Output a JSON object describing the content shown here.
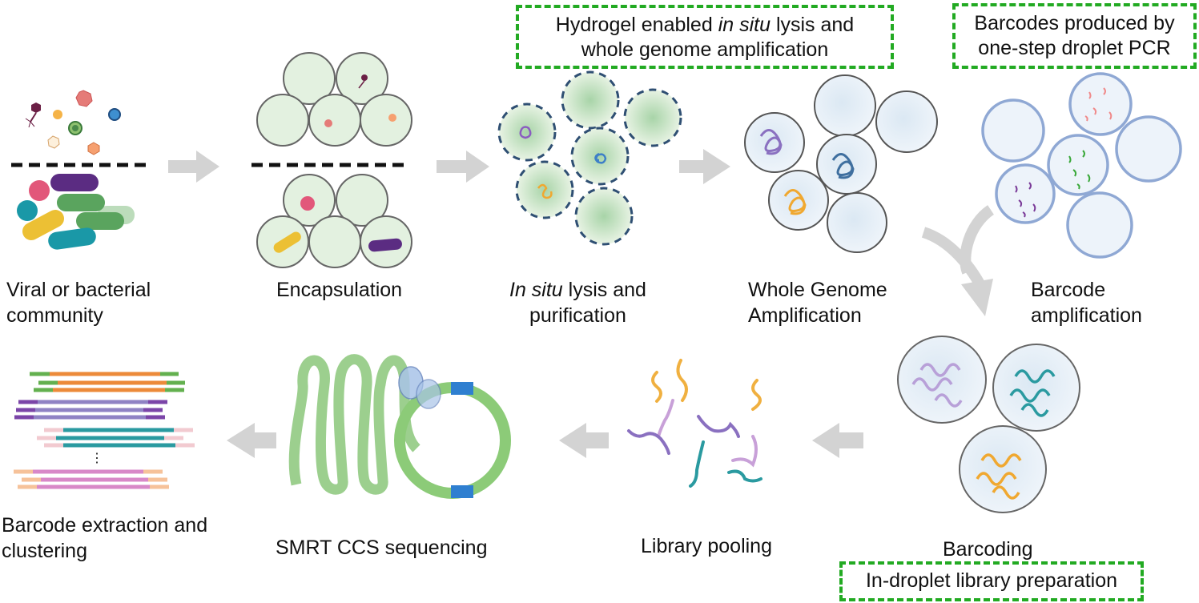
{
  "title": "Droplet single-genome barcoding workflow",
  "steps": [
    {
      "id": "community",
      "line1": "Viral or bacterial",
      "line2": "community"
    },
    {
      "id": "encapsulation",
      "line1": "Encapsulation",
      "line2": ""
    },
    {
      "id": "lysis",
      "line1_italic": "In situ",
      "line1_rest": " lysis and",
      "line2": "purification"
    },
    {
      "id": "wga",
      "line1": "Whole Genome",
      "line2": "Amplification"
    },
    {
      "id": "barcode-amp",
      "line1": "Barcode",
      "line2": "amplification"
    },
    {
      "id": "barcoding",
      "line1": "Barcoding",
      "line2": ""
    },
    {
      "id": "pooling",
      "line1": "Library pooling",
      "line2": ""
    },
    {
      "id": "sequencing",
      "line1": "SMRT CCS sequencing",
      "line2": ""
    },
    {
      "id": "extraction",
      "line1": "Barcode extraction and",
      "line2": "clustering"
    }
  ],
  "callouts": {
    "hydrogel": {
      "pre": "Hydrogel enabled ",
      "italic": "in situ",
      "post": " lysis and",
      "line2": "whole genome amplification"
    },
    "barcodes": {
      "line1": "Barcodes produced by",
      "line2": "one-step droplet PCR"
    },
    "library": {
      "line1": "In-droplet library preparation"
    }
  },
  "colors": {
    "callout_border": "#22aa22",
    "arrow": "#d3d3d3",
    "droplet_fill": "#e3f1e0",
    "hydrogel_border": "#2f4f73",
    "barcode_droplet_border": "#8fa8d4",
    "orange": "#f0a830",
    "purple": "#8a70c0",
    "teal": "#2a9aa0",
    "blue": "#3f6f9f"
  },
  "dots": "⋮"
}
